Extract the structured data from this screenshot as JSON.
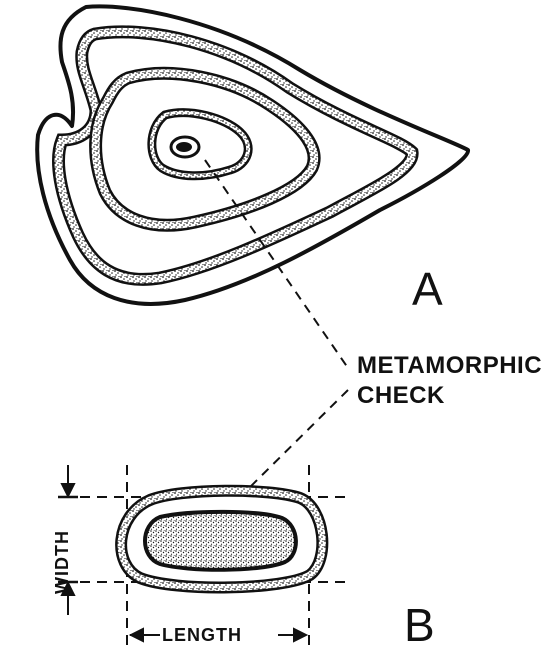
{
  "figure": {
    "panel_a_label": "A",
    "panel_b_label": "B",
    "callout_line1": "METAMORPHIC",
    "callout_line2": "CHECK",
    "width_label": "WIDTH",
    "length_label": "LENGTH",
    "colors": {
      "ink": "#111111",
      "paper": "#ffffff",
      "stipple": "#2a2a2a"
    }
  }
}
